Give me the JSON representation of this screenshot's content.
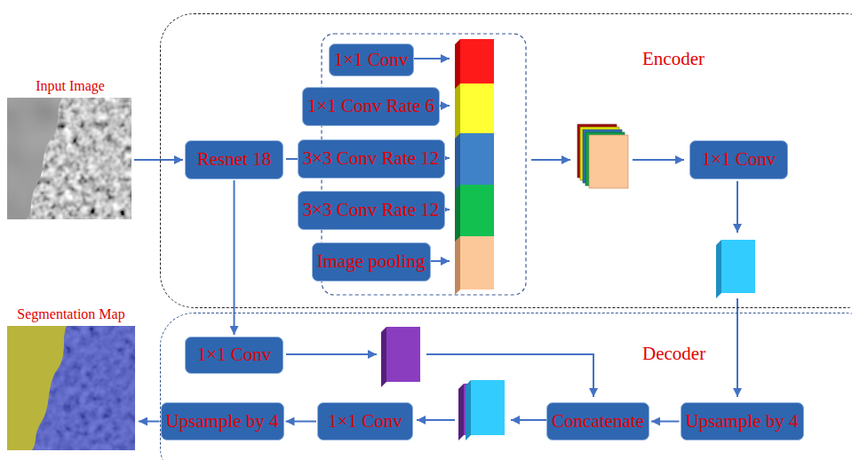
{
  "diagram": {
    "nodes": [
      {
        "text": [
          "Input Image"
        ]
      },
      {
        "text": [
          "Encoder"
        ]
      },
      {
        "text": [
          "Resnet 18"
        ],
        "in": 1
      },
      {
        "text": [
          "1×1 Conv"
        ],
        "in": 1
      },
      {
        "text": [
          "1×1 Conv Rate 6"
        ],
        "in": 1
      },
      {
        "text": [
          "3×3 Conv Rate 12"
        ],
        "in": 1
      },
      {
        "text": [
          "3×3 Conv Rate 12"
        ],
        "in": 1
      },
      {
        "text": [
          "Image pooling"
        ],
        "in": 1
      },
      {
        "text": [
          "1×1 Conv"
        ],
        "in": 1
      },
      {
        "text": [
          "Segmentation Map"
        ]
      },
      {
        "text": [
          "Decoder"
        ]
      },
      {
        "text": [
          "1×1 Conv"
        ],
        "in": 10
      },
      {
        "text": [
          "Upsample by 4"
        ],
        "in": 10
      },
      {
        "text": [
          "1×1 Conv"
        ],
        "in": 10
      },
      {
        "text": [
          "Concatenate"
        ],
        "in": 10
      },
      {
        "text": [
          "Upsample by 4"
        ],
        "in": 10
      }
    ],
    "edges": [
      {
        "from": 0,
        "to": 2,
        "arrow": "to"
      },
      {
        "from": 2,
        "to": 11,
        "arrow": "to"
      },
      {
        "from": 15,
        "to": 14,
        "arrow": "to"
      },
      {
        "from": 13,
        "to": 12,
        "arrow": "to"
      },
      {
        "from": 12,
        "to": 9,
        "arrow": "to"
      }
    ]
  }
}
